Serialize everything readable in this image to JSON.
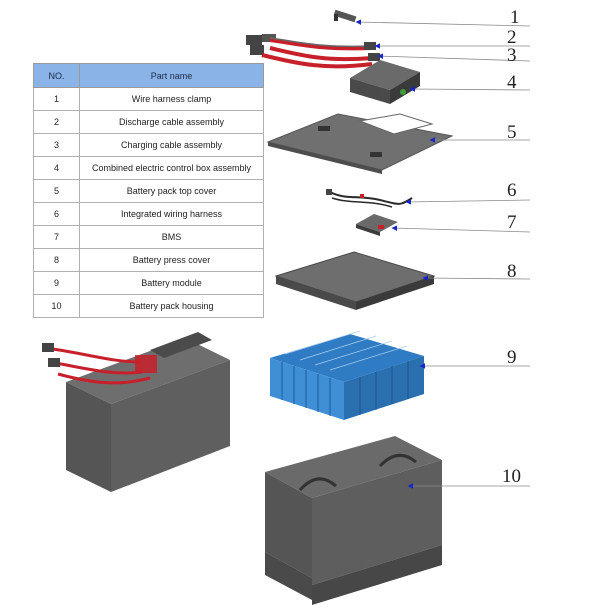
{
  "table": {
    "header_no": "NO.",
    "header_name": "Part name",
    "rows": [
      {
        "no": "1",
        "name": "Wire harness clamp"
      },
      {
        "no": "2",
        "name": "Discharge cable assembly"
      },
      {
        "no": "3",
        "name": "Charging cable assembly"
      },
      {
        "no": "4",
        "name": "Combined electric control box assembly"
      },
      {
        "no": "5",
        "name": "Battery pack top cover"
      },
      {
        "no": "6",
        "name": "Integrated wiring harness"
      },
      {
        "no": "7",
        "name": "BMS"
      },
      {
        "no": "8",
        "name": "Battery press cover"
      },
      {
        "no": "9",
        "name": "Battery module"
      },
      {
        "no": "10",
        "name": "Battery pack housing"
      }
    ]
  },
  "callouts": [
    "1",
    "2",
    "3",
    "4",
    "5",
    "6",
    "7",
    "8",
    "9",
    "10"
  ],
  "colors": {
    "table_header": "#8ab4e8",
    "housing": "#595959",
    "cells": "#3f8fd6",
    "cables": "#c8202a",
    "arrows": "#1a25c8"
  }
}
